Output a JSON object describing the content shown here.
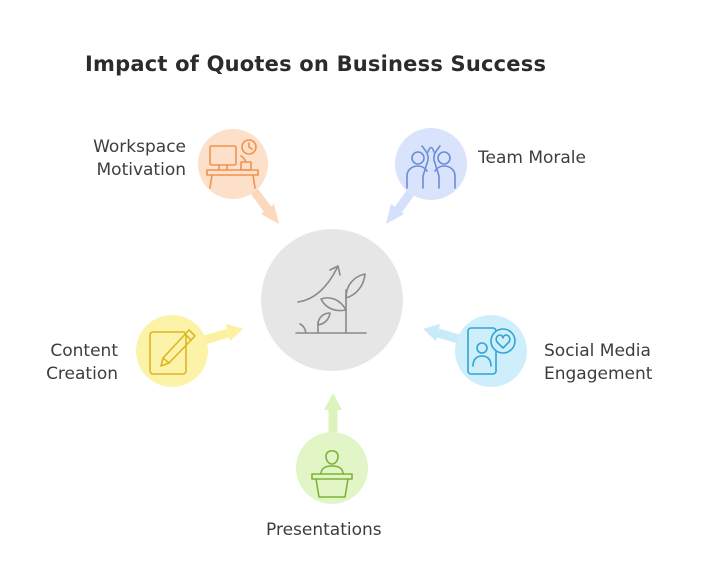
{
  "title": "Impact of Quotes on Business Success",
  "center": {
    "icon": "plant-growth-icon"
  },
  "nodes": [
    {
      "id": "workspace",
      "lines": [
        "Workspace",
        "Motivation"
      ],
      "icon": "desk-clock-icon",
      "color": "#f39c5a",
      "bg": "#fde3cf"
    },
    {
      "id": "team",
      "lines": [
        "Team Morale"
      ],
      "icon": "high-five-icon",
      "color": "#6d8fd9",
      "bg": "#dbe5fb"
    },
    {
      "id": "content",
      "lines": [
        "Content",
        "Creation"
      ],
      "icon": "pencil-note-icon",
      "color": "#e2c22c",
      "bg": "#fdf5b0"
    },
    {
      "id": "social",
      "lines": [
        "Social Media",
        "Engagement"
      ],
      "icon": "phone-heart-icon",
      "color": "#35a9d6",
      "bg": "#d3effa"
    },
    {
      "id": "presentations",
      "lines": [
        "Presentations"
      ],
      "icon": "podium-speaker-icon",
      "color": "#7fb83a",
      "bg": "#e4f6c8"
    }
  ]
}
